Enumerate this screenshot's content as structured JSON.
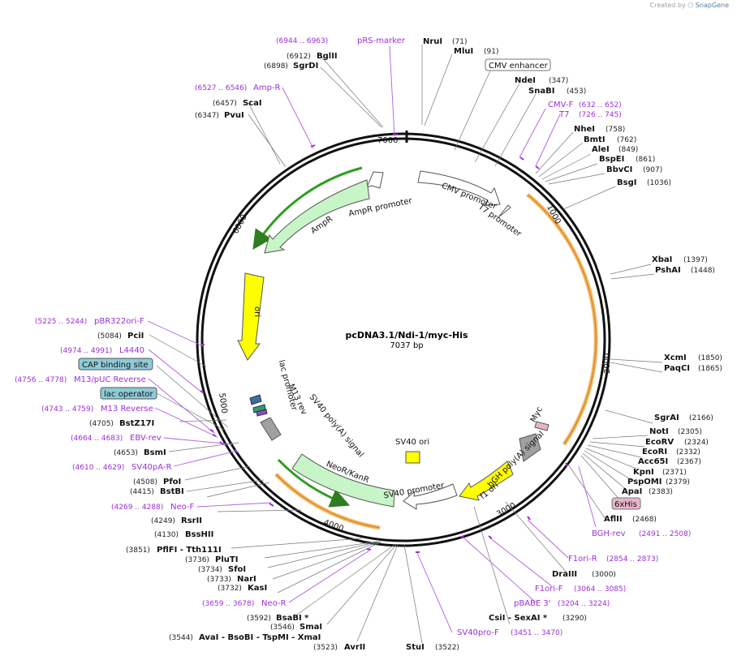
{
  "credit": {
    "prefix": "Created by",
    "brand": "SnapGene"
  },
  "plasmid": {
    "name": "pcDNA3.1/Ndi-1/myc-His",
    "size_label": "7037 bp",
    "length": 7037
  },
  "ticks": [
    "1000",
    "2000",
    "3000",
    "4000",
    "5000",
    "6000",
    "7000"
  ],
  "sites": [
    {
      "name": "NruI",
      "pos": "(71)",
      "bp": 71
    },
    {
      "name": "MluI",
      "pos": "(91)",
      "bp": 91
    },
    {
      "name": "NdeI",
      "pos": "(347)",
      "bp": 347
    },
    {
      "name": "SnaBI",
      "pos": "(453)",
      "bp": 453
    },
    {
      "name": "NheI",
      "pos": "(758)",
      "bp": 758
    },
    {
      "name": "BmtI",
      "pos": "(762)",
      "bp": 762
    },
    {
      "name": "AleI",
      "pos": "(849)",
      "bp": 849
    },
    {
      "name": "BspEI",
      "pos": "(861)",
      "bp": 861
    },
    {
      "name": "BbvCI",
      "pos": "(907)",
      "bp": 907
    },
    {
      "name": "BsgI",
      "pos": "(1036)",
      "bp": 1036
    },
    {
      "name": "XbaI",
      "pos": "(1397)",
      "bp": 1397
    },
    {
      "name": "PshAI",
      "pos": "(1448)",
      "bp": 1448
    },
    {
      "name": "XcmI",
      "pos": "(1850)",
      "bp": 1850
    },
    {
      "name": "PaqCI",
      "pos": "(1865)",
      "bp": 1865
    },
    {
      "name": "SgrAI",
      "pos": "(2166)",
      "bp": 2166
    },
    {
      "name": "NotI",
      "pos": "(2305)",
      "bp": 2305
    },
    {
      "name": "EcoRV",
      "pos": "(2324)",
      "bp": 2324
    },
    {
      "name": "EcoRI",
      "pos": "(2332)",
      "bp": 2332
    },
    {
      "name": "Acc65I",
      "pos": "(2367)",
      "bp": 2367
    },
    {
      "name": "KpnI",
      "pos": "(2371)",
      "bp": 2371
    },
    {
      "name": "PspOMI",
      "pos": "(2379)",
      "bp": 2379
    },
    {
      "name": "ApaI",
      "pos": "(2383)",
      "bp": 2383
    },
    {
      "name": "AflII",
      "pos": "(2468)",
      "bp": 2468
    },
    {
      "name": "DraIII",
      "pos": "(3000)",
      "bp": 3000
    },
    {
      "name": "CsiI - SexAI *",
      "pos": "(3290)",
      "bp": 3290
    },
    {
      "name": "StuI",
      "pos": "(3522)",
      "bp": 3522
    },
    {
      "name": "AvrII",
      "pos": "(3523)",
      "bp": 3523
    },
    {
      "name": "SmaI",
      "pos": "(3546)",
      "bp": 3546
    },
    {
      "name": "AvaI - BsoBI - TspMI - XmaI",
      "pos": "(3544)",
      "bp": 3544
    },
    {
      "name": "BsaBI *",
      "pos": "(3592)",
      "bp": 3592
    },
    {
      "name": "KasI",
      "pos": "(3732)",
      "bp": 3732
    },
    {
      "name": "NarI",
      "pos": "(3733)",
      "bp": 3733
    },
    {
      "name": "SfoI",
      "pos": "(3734)",
      "bp": 3734
    },
    {
      "name": "PluTI",
      "pos": "(3736)",
      "bp": 3736
    },
    {
      "name": "PflFI - Tth111I",
      "pos": "(3851)",
      "bp": 3851
    },
    {
      "name": "BssHII",
      "pos": "(4130)",
      "bp": 4130
    },
    {
      "name": "RsrII",
      "pos": "(4249)",
      "bp": 4249
    },
    {
      "name": "BstBI",
      "pos": "(4415)",
      "bp": 4415
    },
    {
      "name": "PfoI",
      "pos": "(4508)",
      "bp": 4508
    },
    {
      "name": "BsmI",
      "pos": "(4653)",
      "bp": 4653
    },
    {
      "name": "BstZ17I",
      "pos": "(4705)",
      "bp": 4705
    },
    {
      "name": "PciI",
      "pos": "(5084)",
      "bp": 5084
    },
    {
      "name": "PvuI",
      "pos": "(6347)",
      "bp": 6347
    },
    {
      "name": "ScaI",
      "pos": "(6457)",
      "bp": 6457
    },
    {
      "name": "SgrDI",
      "pos": "(6898)",
      "bp": 6898
    },
    {
      "name": "BglII",
      "pos": "(6912)",
      "bp": 6912
    }
  ],
  "primers": [
    {
      "name": "pRS-marker",
      "range": "(6944 .. 6963)",
      "bp": 6953
    },
    {
      "name": "Amp-R",
      "range": "(6527 .. 6546)",
      "bp": 6536
    },
    {
      "name": "CMV-F",
      "range": "(632 .. 652)",
      "bp": 642
    },
    {
      "name": "T7",
      "range": "(726 .. 745)",
      "bp": 735
    },
    {
      "name": "BGH-rev",
      "range": "(2491 .. 2508)",
      "bp": 2500
    },
    {
      "name": "F1ori-R",
      "range": "(2854 .. 2873)",
      "bp": 2863
    },
    {
      "name": "F1ori-F",
      "range": "(3064 .. 3085)",
      "bp": 3074
    },
    {
      "name": "pBABE 3'",
      "range": "(3204 .. 3224)",
      "bp": 3214
    },
    {
      "name": "SV40pro-F",
      "range": "(3451 .. 3470)",
      "bp": 3460
    },
    {
      "name": "Neo-R",
      "range": "(3659 .. 3678)",
      "bp": 3668
    },
    {
      "name": "Neo-F",
      "range": "(4269 .. 4288)",
      "bp": 4278
    },
    {
      "name": "SV40pA-R",
      "range": "(4610 .. 4629)",
      "bp": 4619
    },
    {
      "name": "EBV-rev",
      "range": "(4664 .. 4683)",
      "bp": 4673
    },
    {
      "name": "M13 Reverse",
      "range": "(4743 .. 4759)",
      "bp": 4751
    },
    {
      "name": "M13/pUC Reverse",
      "range": "(4756 .. 4778)",
      "bp": 4767
    },
    {
      "name": "L4440",
      "range": "(4974 .. 4991)",
      "bp": 4982
    },
    {
      "name": "pBR322ori-F",
      "range": "(5225 .. 5244)",
      "bp": 5234
    }
  ],
  "boxed_features": [
    {
      "name": "CMV enhancer",
      "color": "#ffffff"
    },
    {
      "name": "6xHis",
      "color": "#e8b4c8"
    },
    {
      "name": "CAP binding site",
      "color": "#8ecbd8"
    },
    {
      "name": "lac operator",
      "color": "#8ecbd8"
    }
  ],
  "features": [
    {
      "name": "AmpR promoter",
      "color": "#ffffff"
    },
    {
      "name": "AmpR",
      "color": "#c8f5c8"
    },
    {
      "name": "CMV promoter",
      "color": "#ffffff"
    },
    {
      "name": "T7 promoter",
      "color": "#ffffff"
    },
    {
      "name": "ori",
      "color": "#ffff00"
    },
    {
      "name": "lac promoter",
      "color": "#ffffff"
    },
    {
      "name": "M13 rev",
      "color": "#ffffff"
    },
    {
      "name": "SV40 poly(A) signal",
      "color": "#a0a0a0"
    },
    {
      "name": "NeoR/KanR",
      "color": "#c8f5c8"
    },
    {
      "name": "SV40 promoter",
      "color": "#ffffff"
    },
    {
      "name": "SV40 ori",
      "color": "#ffff00"
    },
    {
      "name": "f1 ori",
      "color": "#ffff00"
    },
    {
      "name": "bGH poly(A) signal",
      "color": "#a0a0a0"
    },
    {
      "name": "Myc",
      "color": "#e8b4c8"
    }
  ],
  "colors": {
    "backbone": "#111111",
    "primer": "#9b30d9",
    "orf_arc": "#f4a640",
    "orf_arc_green": "#2e9e1f"
  }
}
